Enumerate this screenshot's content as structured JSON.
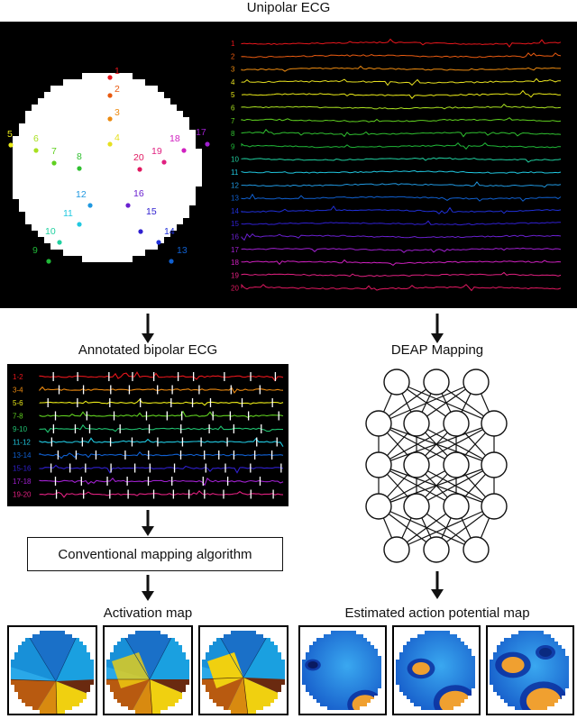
{
  "titles": {
    "unipolar": "Unipolar ECG",
    "bipolar": "Annotated bipolar ECG",
    "deap": "DEAP Mapping",
    "activation": "Activation map",
    "estimated": "Estimated action potential map"
  },
  "algorithm_box": "Conventional mapping algorithm",
  "electrodes": [
    {
      "label": "1",
      "color": "#e8161c"
    },
    {
      "label": "2",
      "color": "#e85a10"
    },
    {
      "label": "3",
      "color": "#ec8a10"
    },
    {
      "label": "4",
      "color": "#e6e020"
    },
    {
      "label": "5",
      "color": "#eaea18"
    },
    {
      "label": "6",
      "color": "#a8e020"
    },
    {
      "label": "7",
      "color": "#60d020"
    },
    {
      "label": "8",
      "color": "#30c030"
    },
    {
      "label": "9",
      "color": "#20b838"
    },
    {
      "label": "10",
      "color": "#20d0a0"
    },
    {
      "label": "11",
      "color": "#20c8e0"
    },
    {
      "label": "12",
      "color": "#2098e0"
    },
    {
      "label": "13",
      "color": "#1060d0"
    },
    {
      "label": "14",
      "color": "#2030d8"
    },
    {
      "label": "15",
      "color": "#3020d0"
    },
    {
      "label": "16",
      "color": "#6a20d0"
    },
    {
      "label": "17",
      "color": "#a020d0"
    },
    {
      "label": "18",
      "color": "#d020c0"
    },
    {
      "label": "19",
      "color": "#e02080"
    },
    {
      "label": "20",
      "color": "#e01860"
    }
  ],
  "bipolar_leads": [
    {
      "label": "1-2",
      "color": "#e8161c"
    },
    {
      "label": "3-4",
      "color": "#ec8a10"
    },
    {
      "label": "5-6",
      "color": "#eaea18"
    },
    {
      "label": "7-8",
      "color": "#60d020"
    },
    {
      "label": "9-10",
      "color": "#20c070"
    },
    {
      "label": "11-12",
      "color": "#20c8e0"
    },
    {
      "label": "13-14",
      "color": "#1060d0"
    },
    {
      "label": "15-16",
      "color": "#3020d0"
    },
    {
      "label": "17-18",
      "color": "#a020d0"
    },
    {
      "label": "19-20",
      "color": "#e02080"
    }
  ]
}
